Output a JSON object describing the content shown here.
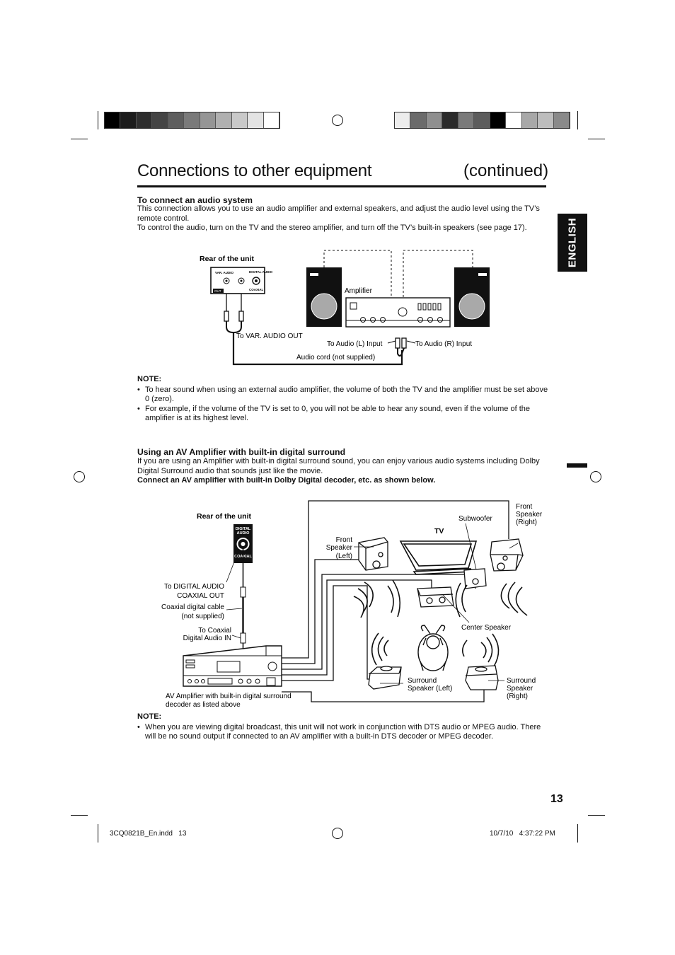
{
  "header": {
    "title": "Connections to other equipment",
    "title_suffix": "(continued)",
    "side_tab": "ENGLISH"
  },
  "colors": {
    "left_strip": [
      "#000000",
      "#1c1c1c",
      "#2e2e2e",
      "#444444",
      "#5e5e5e",
      "#7a7a7a",
      "#959595",
      "#b0b0b0",
      "#c9c9c9",
      "#e3e3e3",
      "#ffffff"
    ],
    "right_strip": [
      "#ededed",
      "#6b6b6b",
      "#8f8f8f",
      "#2b2b2b",
      "#7a7a7a",
      "#5c5c5c",
      "#000000",
      "#ffffff",
      "#a8a8a8",
      "#bdbdbd",
      "#8a8a8a"
    ]
  },
  "section1": {
    "heading": "To connect an audio system",
    "paragraphs": [
      "This connection allows you to use an audio amplifier and external speakers, and adjust the audio level using the TV’s remote control.",
      "To control the audio, turn on the TV and the stereo amplifier, and turn off the TV’s built-in speakers (see page 17)."
    ],
    "diagram": {
      "rear_label": "Rear of the unit",
      "jack_var_audio": "VAR. AUDIO",
      "jack_digital_audio": "DIGITAL AUDIO",
      "jack_out": "OUT",
      "jack_coaxial": "COAXIAL",
      "amplifier_label": "Amplifier",
      "to_var_audio_out": "To VAR. AUDIO OUT",
      "to_audio_l": "To Audio (L) Input",
      "to_audio_r": "To Audio (R) Input",
      "audio_cord": "Audio cord (not supplied)"
    },
    "note_title": "NOTE:",
    "notes": [
      "To hear sound when using an external audio amplifier, the volume of both the TV and the amplifier must be set above 0 (zero).",
      "For example, if the volume of the TV is set to 0, you will not be able to hear any sound, even if the volume of the amplifier is at its highest level."
    ]
  },
  "section2": {
    "heading": "Using an AV Amplifier with built-in digital surround",
    "paragraphs": [
      "If you are using an Amplifier with built-in digital surround sound, you can enjoy various audio systems including Dolby Digital Surround audio that sounds just like the movie."
    ],
    "bold_line": "Connect an AV amplifier with built-in Dolby Digital decoder, etc. as shown below.",
    "diagram": {
      "rear_label": "Rear of the unit",
      "jack_digital": "DIGITAL",
      "jack_audio": "AUDIO",
      "jack_coaxial": "COAXIAL",
      "to_digital_out_1": "To DIGITAL AUDIO",
      "to_digital_out_2": "COAXIAL OUT",
      "coax_cable_1": "Coaxial digital cable",
      "coax_cable_2": "(not supplied)",
      "to_coax_in_1": "To Coaxial",
      "to_coax_in_2": "Digital Audio IN",
      "av_amp_1": "AV Amplifier with built-in digital surround",
      "av_amp_2": "decoder as listed above",
      "front_left_1": "Front",
      "front_left_2": "Speaker",
      "front_left_3": "(Left)",
      "tv": "TV",
      "subwoofer": "Subwoofer",
      "front_right_1": "Front",
      "front_right_2": "Speaker",
      "front_right_3": "(Right)",
      "center": "Center Speaker",
      "surround_left_1": "Surround",
      "surround_left_2": "Speaker (Left)",
      "surround_right_1": "Surround",
      "surround_right_2": "Speaker",
      "surround_right_3": "(Right)"
    },
    "note_title": "NOTE:",
    "notes": [
      "When you are viewing digital broadcast, this unit will not work in conjunction with DTS audio or MPEG audio. There will be no sound output if connected to an AV amplifier with a built-in DTS decoder or MPEG decoder."
    ]
  },
  "footer": {
    "page_number": "13",
    "file": "3CQ0821B_En.indd   13",
    "timestamp": "10/7/10   4:37:22 PM"
  }
}
